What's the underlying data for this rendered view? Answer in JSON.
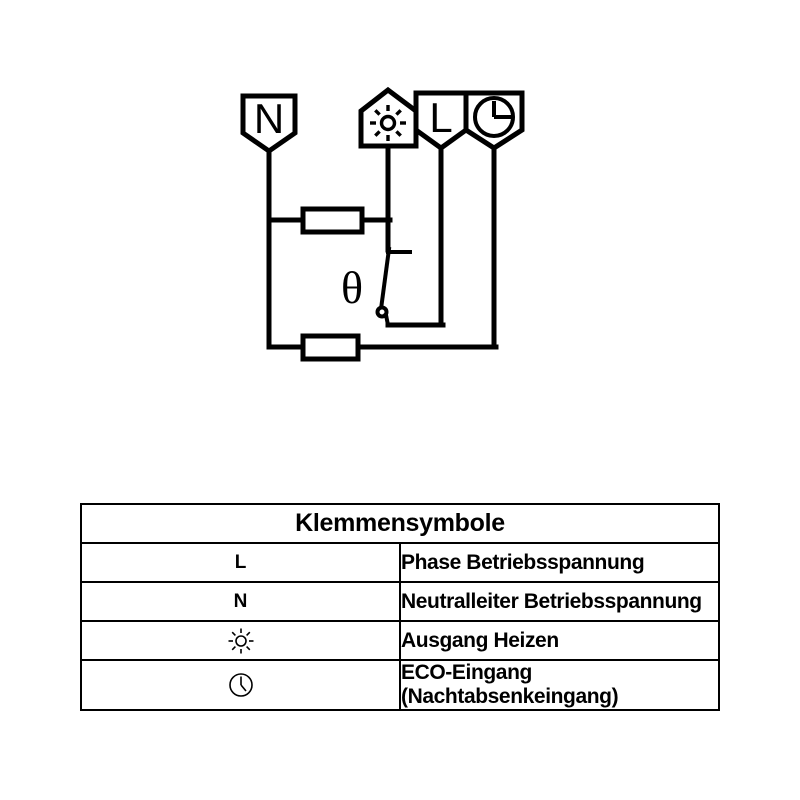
{
  "diagram": {
    "name": "thermostat-wiring-diagram",
    "terminals": [
      {
        "id": "neutral",
        "label": "N",
        "icon": "letter-N",
        "shape": "shield"
      },
      {
        "id": "heating-output",
        "label": "",
        "icon": "sun-icon",
        "shape": "pentagon"
      },
      {
        "id": "line",
        "label": "L",
        "icon": "letter-L",
        "shape": "shield"
      },
      {
        "id": "eco-input",
        "label": "",
        "icon": "clock-icon",
        "shape": "shield"
      }
    ],
    "components": [
      {
        "id": "upper-resistor",
        "type": "resistor"
      },
      {
        "id": "lower-resistor",
        "type": "resistor"
      },
      {
        "id": "thermostat-switch",
        "type": "switch",
        "state": "open"
      },
      {
        "id": "temperature-sensor",
        "type": "label",
        "symbol": "θ"
      }
    ]
  },
  "legend": {
    "title": "Klemmensymbole",
    "rows": [
      {
        "symbol_kind": "text",
        "symbol": "L",
        "description": "Phase Betriebsspannung"
      },
      {
        "symbol_kind": "text",
        "symbol": "N",
        "description": "Neutralleiter Betriebsspannung"
      },
      {
        "symbol_kind": "sun-icon",
        "symbol": "",
        "description": "Ausgang Heizen"
      },
      {
        "symbol_kind": "clock-icon",
        "symbol": "",
        "description": "ECO-Eingang (Nachtabsenkeingang)"
      }
    ]
  },
  "colors": {
    "ink": "#000000",
    "background": "#ffffff"
  }
}
